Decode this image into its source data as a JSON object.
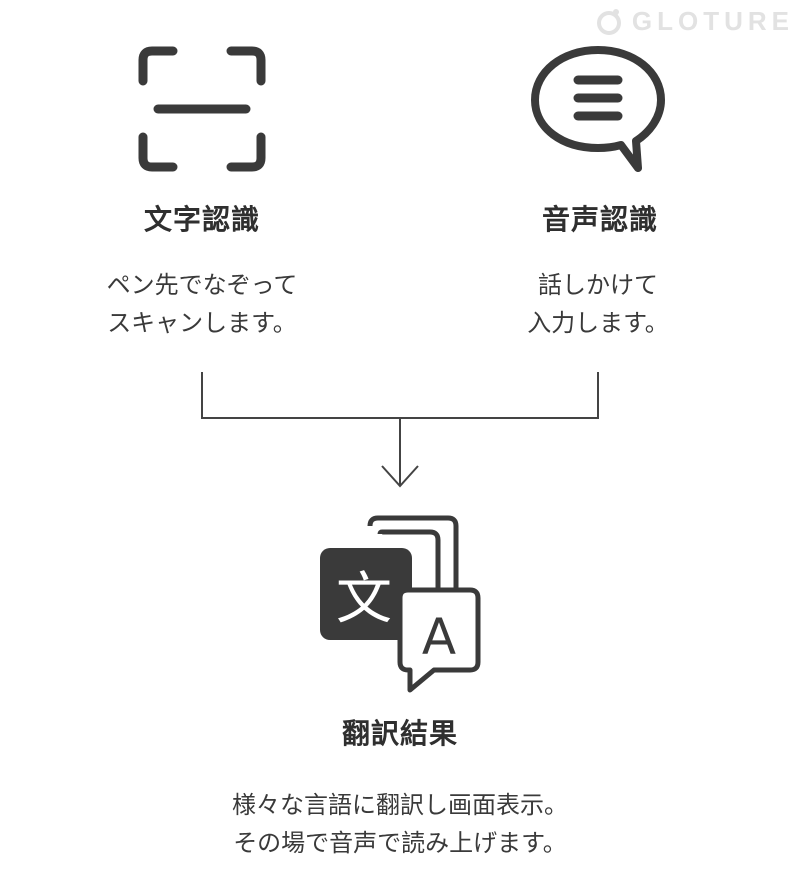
{
  "watermark": {
    "text": "GLOTURE",
    "icon": "gloture-logo-icon"
  },
  "left": {
    "icon": "scan-icon",
    "title": "文字認識",
    "desc_lines": [
      "ペン先でなぞって",
      "スキャンします。"
    ]
  },
  "right": {
    "icon": "speech-bubble-icon",
    "title": "音声認識",
    "desc_lines": [
      "話しかけて",
      "入力します。"
    ]
  },
  "result": {
    "icon": "translate-icon",
    "icon_glyph_ja": "文",
    "icon_glyph_en": "A",
    "title": "翻訳結果",
    "desc_lines": [
      "様々な言語に翻訳し画面表示。",
      "その場で音声で読み上げます。"
    ]
  },
  "colors": {
    "icon": "#3a3a3a",
    "text": "#333333",
    "line": "#444444",
    "watermark": "#e2e2e2"
  }
}
